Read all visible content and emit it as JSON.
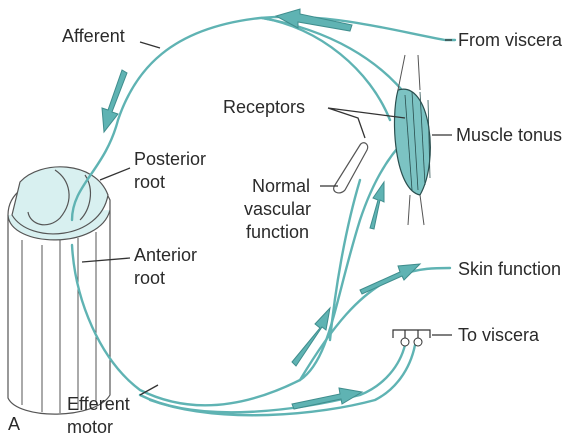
{
  "labels": {
    "afferent": "Afferent",
    "from_viscera": "From viscera",
    "receptors": "Receptors",
    "muscle_tonus": "Muscle tonus",
    "posterior": "Posterior",
    "root1": "root",
    "normal": "Normal",
    "vascular": "vascular",
    "function": "function",
    "anterior": "Anterior",
    "root2": "root",
    "skin_function": "Skin function",
    "to_viscera": "To viscera",
    "efferent": "Efferent",
    "motor": "motor",
    "panel": "A"
  },
  "colors": {
    "nerve": "#5fb3b3",
    "arrow": "#5fb3b3",
    "cord_fill": "#d8f0f0",
    "muscle": "#7cc3c3"
  }
}
